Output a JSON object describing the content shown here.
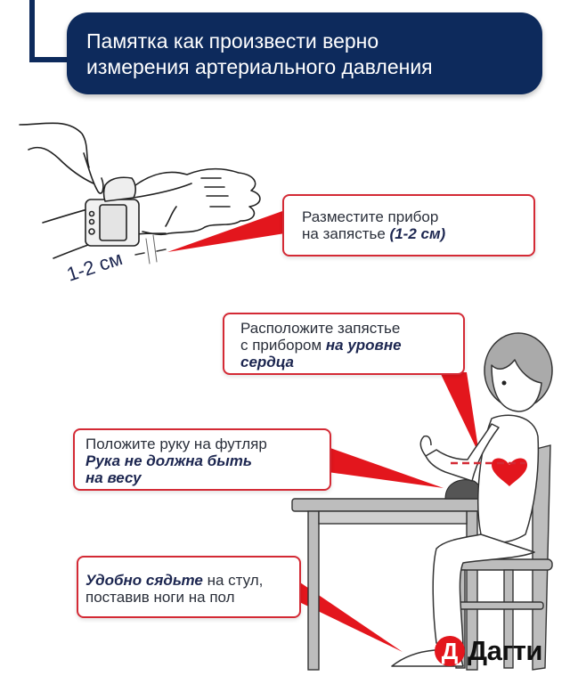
{
  "header": {
    "title_line1": "Памятка как произвести верно",
    "title_line2": "измерения артериального давления",
    "bg_color": "#0d2a5c"
  },
  "wrist_figure": {
    "distance_label": "1-2 см"
  },
  "callouts": [
    {
      "id": "placement",
      "text_plain": "Разместите прибор",
      "text_plain2": "на запястье ",
      "text_bold": "(1-2 см)"
    },
    {
      "id": "heart-level",
      "text_plain": "Расположите запястье",
      "text_plain2": "с прибором ",
      "text_bold": "на уровне",
      "text_bold2": "сердца"
    },
    {
      "id": "arm-rest",
      "text_plain": "Положите руку на футляр",
      "text_bold": "Рука не должна быть",
      "text_bold2": "на весу"
    },
    {
      "id": "sit",
      "text_bold": "Удобно сядьте",
      "text_plain": " на стул,",
      "text_plain2": "поставив ноги на пол"
    }
  ],
  "colors": {
    "accent_red": "#d42a35",
    "pointer_red": "#e3161d",
    "navy": "#0d2a5c",
    "gray_furniture": "#b9b9b9"
  },
  "logo": {
    "badge_letter": "Д",
    "name": "Дагти"
  }
}
